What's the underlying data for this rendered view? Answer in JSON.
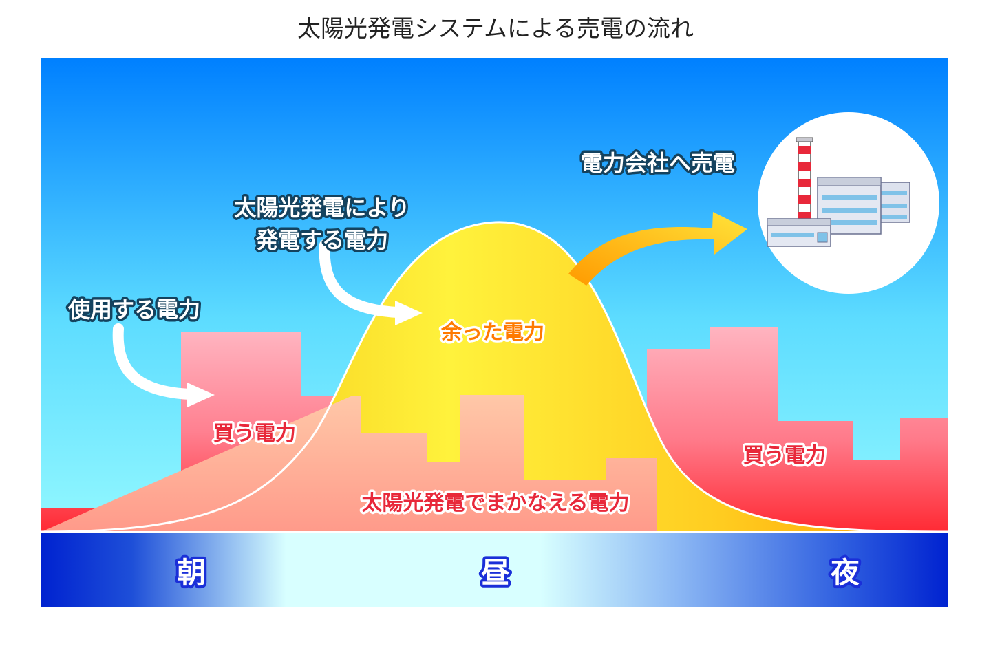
{
  "title": "太陽光発電システムによる売電の流れ",
  "labels": {
    "used_power": "使用する電力",
    "generated_line1": "太陽光発電により",
    "generated_line2": "発電する電力",
    "sell_to_company": "電力会社へ売電",
    "surplus": "余った電力",
    "buy_left": "買う電力",
    "buy_right": "買う電力",
    "covered": "太陽光発電でまかなえる電力"
  },
  "timeline": {
    "morning": "朝",
    "noon": "昼",
    "night": "夜"
  },
  "colors": {
    "sky_top": "#0080ff",
    "sky_bottom": "#8ff5ff",
    "consumption_red": "#ff3a48",
    "solar_yellow": "#ffe83a",
    "solar_orange": "#ffa800",
    "timeline_blue": "#0022d0",
    "timeline_light": "#d8ffff"
  }
}
